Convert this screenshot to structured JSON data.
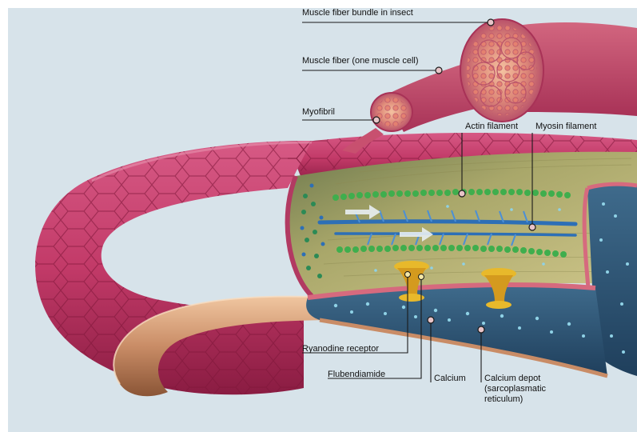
{
  "colors": {
    "background": "#d7e3ea",
    "muscle_pink": "#c83d6e",
    "muscle_dark": "#8e1c44",
    "fiber_light": "#e37d8e",
    "fiber_orange": "#e59a7f",
    "sarcoplasm": "#c8c486",
    "actin_green": "#3aa34a",
    "myosin_blue": "#2d6fb6",
    "sr_blue": "#355a7a",
    "receptor_gold": "#e8b92b",
    "leader_line": "#1a1a1a"
  },
  "labels": {
    "bundle": "Muscle fiber bundle in insect",
    "fiber": "Muscle fiber (one muscle cell)",
    "myofibril": "Myofibril",
    "actin": "Actin filament",
    "myosin": "Myosin filament",
    "ryanodine": "Ryanodine receptor",
    "flubendiamide": "Flubendiamide",
    "calcium": "Calcium",
    "calcium_depot": "Calcium depot\n(sarcoplasmatic\nreticulum)"
  }
}
